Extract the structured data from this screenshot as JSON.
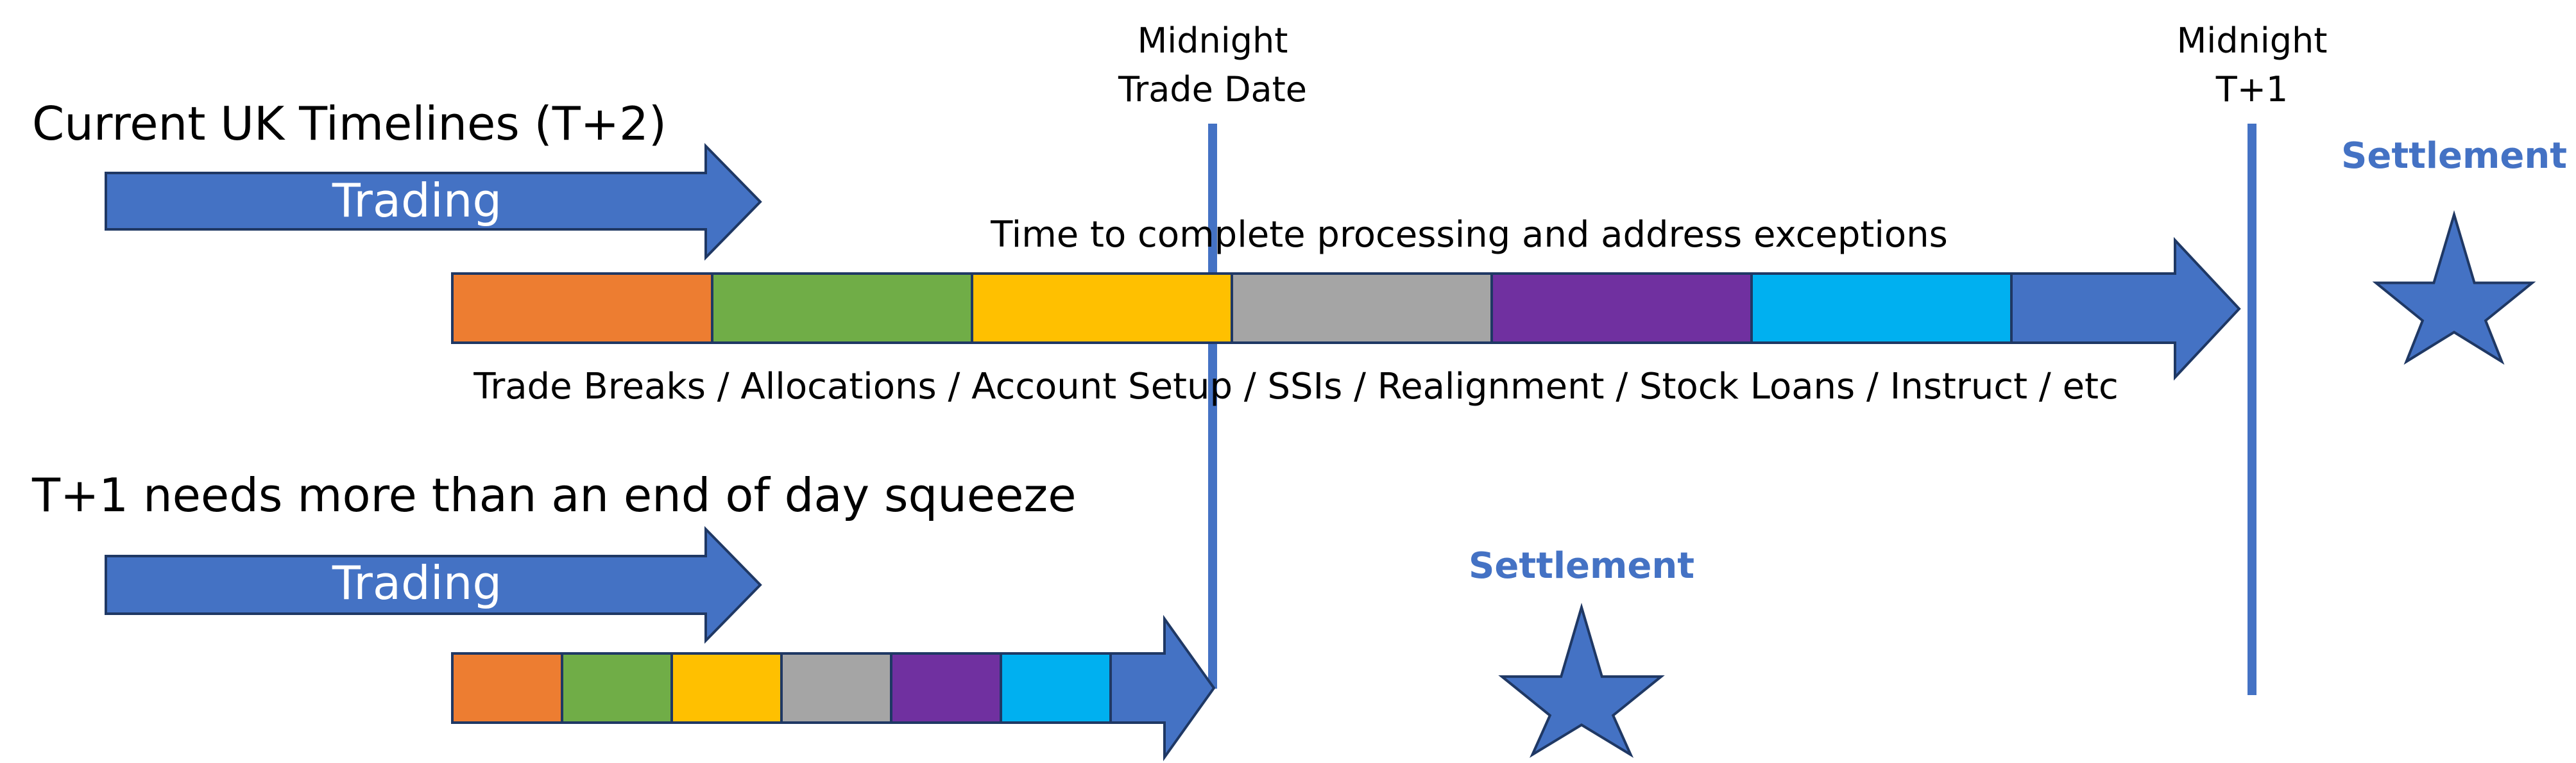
{
  "title_t2": "Current UK Timelines (T+2)",
  "title_t1": "T+1 needs more than an end of day squeeze",
  "trading_label": "Trading",
  "processing_label": "Time to complete processing and address exceptions",
  "tasks_label": "Trade Breaks / Allocations / Account Setup / SSIs / Realignment / Stock Loans / Instruct / etc",
  "settlement_label": "Settlement",
  "midnight_trade_date": {
    "line1": "Midnight",
    "line2": "Trade Date"
  },
  "midnight_t1": {
    "line1": "Midnight",
    "line2": "T+1"
  },
  "colors": {
    "arrow_blue": "#4472c4",
    "settlement_blue": "#4472c4",
    "stroke": "#1f3864",
    "segments": [
      "#ed7d31",
      "#70ad47",
      "#ffc000",
      "#a5a5a5",
      "#7030a0",
      "#00b0f0"
    ]
  }
}
